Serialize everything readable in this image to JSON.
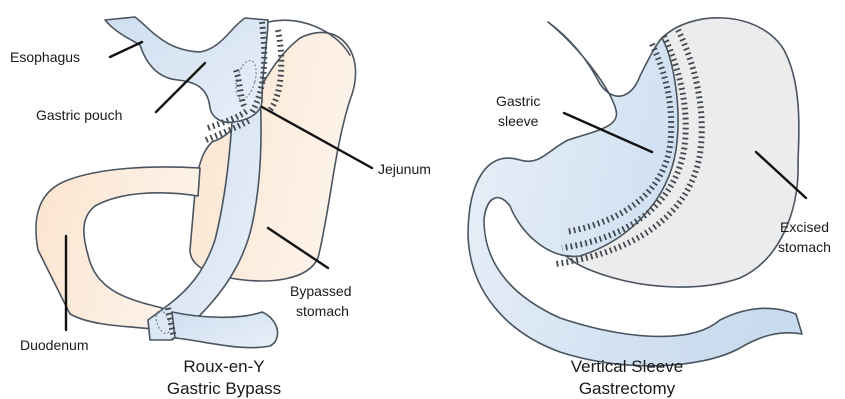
{
  "colors": {
    "pouch_blue": "#d5e3f1",
    "intestine_peach": "#fbe7d6",
    "excised_gray": "#ececec",
    "outline": "#4a5560",
    "staples": "#444a52",
    "leader": "#111111"
  },
  "left_diagram": {
    "title_line1": "Roux-en-Y",
    "title_line2": "Gastric Bypass",
    "labels": {
      "esophagus": "Esophagus",
      "gastric_pouch": "Gastric pouch",
      "jejunum": "Jejunum",
      "duodenum": "Duodenum",
      "bypassed_line1": "Bypassed",
      "bypassed_line2": "stomach"
    }
  },
  "right_diagram": {
    "title_line1": "Vertical Sleeve",
    "title_line2": "Gastrectomy",
    "labels": {
      "sleeve_line1": "Gastric",
      "sleeve_line2": "sleeve",
      "excised_line1": "Excised",
      "excised_line2": "stomach"
    }
  }
}
